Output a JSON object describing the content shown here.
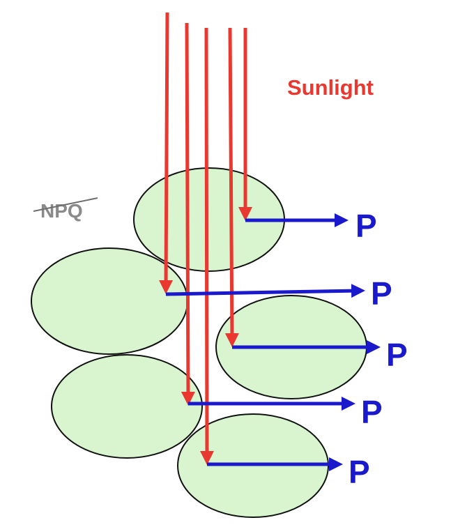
{
  "labels": {
    "sunlight": "Sunlight",
    "npq": "NPQ",
    "product": "P"
  },
  "colors": {
    "light": "#e8382f",
    "product_arrow": "#1a1acc",
    "product_text": "#1a1acc",
    "cell_fill": "#d8f5cf",
    "cell_stroke": "#111111",
    "npq_text": "#8a8a8a"
  }
}
